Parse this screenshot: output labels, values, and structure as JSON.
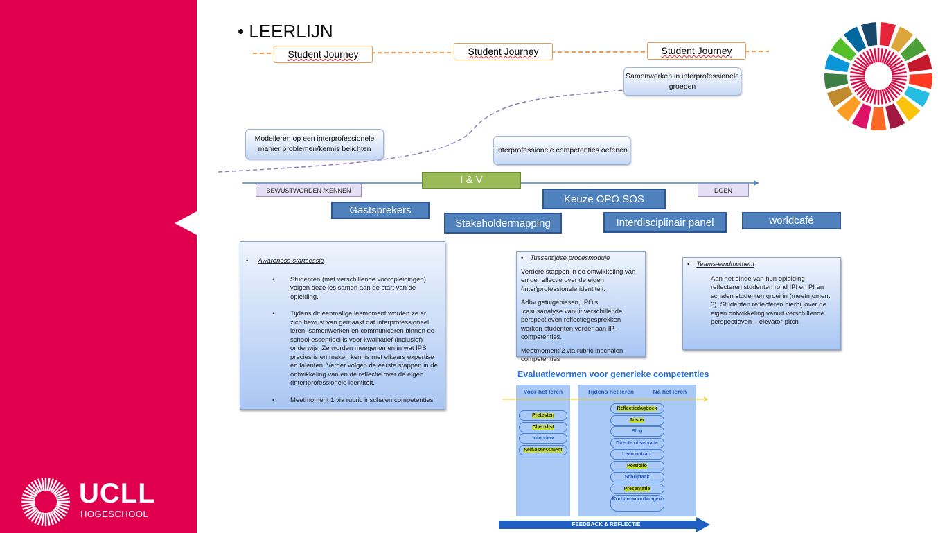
{
  "title": "LEERLIJN",
  "journey": [
    "Student Journey",
    "Student Journey",
    "Student Journey"
  ],
  "phases": {
    "samenwerken": "Samenwerken in interprofessionele groepen",
    "modelleren": "Modelleren op een interprofessionele manier problemen/kennis belichten",
    "oefenen": "Interprofessionele competenties oefenen"
  },
  "timeline": {
    "start": "BEWUSTWORDEN /KENNEN",
    "middle": "I & V",
    "end": "DOEN"
  },
  "activities": [
    "Gastsprekers",
    "Keuze OPO SOS",
    "Stakeholdermapping",
    "Interdisciplinair panel",
    "worldcafé"
  ],
  "box1": {
    "heading": "Awareness-startsessie",
    "bullets": [
      "Studenten (met verschillende vooropleidingen) volgen deze les samen aan de start van de opleiding.",
      "Tijdens dit eenmalige lesmoment worden ze er zich bewust van gemaakt dat interprofessioneel leren, samenwerken en communiceren binnen de school essentieel is voor kwalitatief (inclusief) onderwijs. Ze worden meegenomen in wat IPS precies is en maken kennis met elkaars expertise en talenten. Verder volgen de eerste stappen in de ontwikkeling van en de reflectie over de eigen (inter)professionele identiteit.",
      "Meetmoment 1 via rubric inschalen competenties"
    ]
  },
  "box2": {
    "heading": "Tussentijdse procesmodule",
    "paragraphs": [
      "Verdere stappen in de ontwikkeling van en de reflectie over de eigen (inter)professionele identiteit.",
      "Adhv getuigenissen, IPO's ,casusanalyse vanuit verschillende perspectieven reflectiegesprekken werken studenten verder aan IP-competenties.",
      "Meetmoment 2 via rubric inschalen competenties"
    ]
  },
  "box3": {
    "heading": "Teams-eindmoment",
    "text": "Aan het einde van hun opleiding reflecteren studenten rond IPI en PI en schalen studenten groei in (meetmoment 3).  Studenten reflecteren hierbij over de eigen ontwikkeling vanuit verschillende perspectieven – elevator-pitch"
  },
  "eval": {
    "title": "Evaluatievormen voor generieke competenties",
    "col1": "Voor het leren",
    "col2": "Tijdens het leren",
    "col3": "Na het leren",
    "before": [
      {
        "label": "Pretesten",
        "hl": true
      },
      {
        "label": "Checklist",
        "hl": true
      },
      {
        "label": "Interview",
        "hl": false
      },
      {
        "label": "Self-assessment",
        "hl": true
      }
    ],
    "during": [
      {
        "label": "Reflectiedagboek",
        "hl": true
      },
      {
        "label": "Poster",
        "hl": true
      },
      {
        "label": "Blog",
        "hl": false
      },
      {
        "label": "Directe observatie",
        "hl": false
      },
      {
        "label": "Leercontract",
        "hl": false
      },
      {
        "label": "Portfolio",
        "hl": true
      },
      {
        "label": "Schrijftaak",
        "hl": false
      },
      {
        "label": "Presentatie",
        "hl": true
      },
      {
        "label": "Kort-antwoordvragen",
        "hl": false
      }
    ],
    "arrow": "FEEDBACK & REFLECTIE"
  },
  "logo": {
    "name": "UCLL",
    "sub": "HOGESCHOOL"
  },
  "colors": {
    "brand": "#e0004d",
    "accent_blue": "#4f81bd",
    "journey_orange": "#f79646",
    "highlight": "#c5e020"
  }
}
